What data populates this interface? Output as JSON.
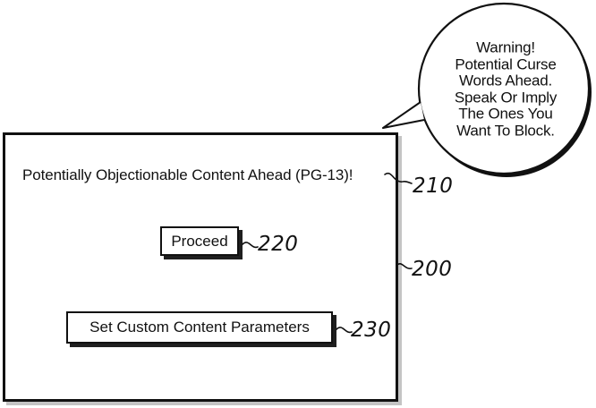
{
  "figure": {
    "panel": {
      "heading": "Potentially Objectionable Content Ahead (PG-13)!",
      "buttons": [
        {
          "label": "Proceed"
        },
        {
          "label": "Set Custom Content Parameters"
        }
      ]
    },
    "speech_bubble": {
      "text": "Warning!\nPotential Curse\nWords Ahead.\nSpeak Or Imply\nThe Ones You\nWant To Block."
    },
    "refs": {
      "panel": "200",
      "heading": "210",
      "proceed": "220",
      "set_custom": "230"
    },
    "colors": {
      "ink": "#111111",
      "background": "#ffffff",
      "button_shadow": "#1f1f1f",
      "panel_shadow": "#c4c4c4"
    }
  }
}
